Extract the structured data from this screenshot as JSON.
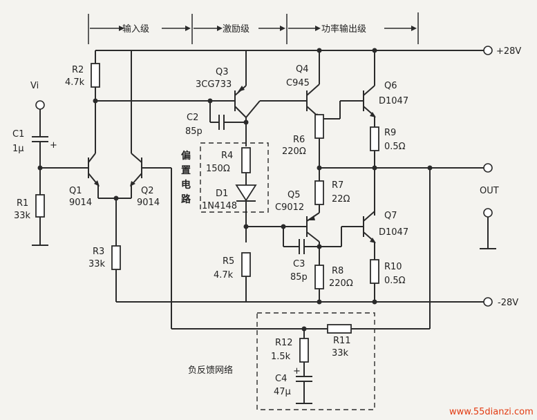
{
  "stages": {
    "input": "输入级",
    "driver": "激励级",
    "output": "功率输出级"
  },
  "rails": {
    "pos": "+28V",
    "neg": "-28V"
  },
  "terminals": {
    "vi": "Vi",
    "out": "OUT"
  },
  "components": {
    "r1": {
      "name": "R1",
      "value": "33k"
    },
    "r2": {
      "name": "R2",
      "value": "4.7k"
    },
    "r3": {
      "name": "R3",
      "value": "33k"
    },
    "r4": {
      "name": "R4",
      "value": "150Ω"
    },
    "r5": {
      "name": "R5",
      "value": "4.7k"
    },
    "r6": {
      "name": "R6",
      "value": "220Ω"
    },
    "r7": {
      "name": "R7",
      "value": "22Ω"
    },
    "r8": {
      "name": "R8",
      "value": "220Ω"
    },
    "r9": {
      "name": "R9",
      "value": "0.5Ω"
    },
    "r10": {
      "name": "R10",
      "value": "0.5Ω"
    },
    "r11": {
      "name": "R11",
      "value": "33k"
    },
    "r12": {
      "name": "R12",
      "value": "1.5k"
    },
    "c1": {
      "name": "C1",
      "value": "1μ"
    },
    "c2": {
      "name": "C2",
      "value": "85p"
    },
    "c3": {
      "name": "C3",
      "value": "85p"
    },
    "c4": {
      "name": "C4",
      "value": "47μ"
    },
    "d1": {
      "name": "D1",
      "value": "1N4148"
    },
    "q1": {
      "name": "Q1",
      "value": "9014"
    },
    "q2": {
      "name": "Q2",
      "value": "9014"
    },
    "q3": {
      "name": "Q3",
      "value": "3CG733"
    },
    "q4": {
      "name": "Q4",
      "value": "C945"
    },
    "q5": {
      "name": "Q5",
      "value": "C9012"
    },
    "q6": {
      "name": "Q6",
      "value": "D1047"
    },
    "q7": {
      "name": "Q7",
      "value": "D1047"
    }
  },
  "bias_label": [
    "偏",
    "置",
    "电",
    "路"
  ],
  "feedback_label": "负反馈网络",
  "polarity": "+",
  "watermark": "www.55dianzi.com"
}
